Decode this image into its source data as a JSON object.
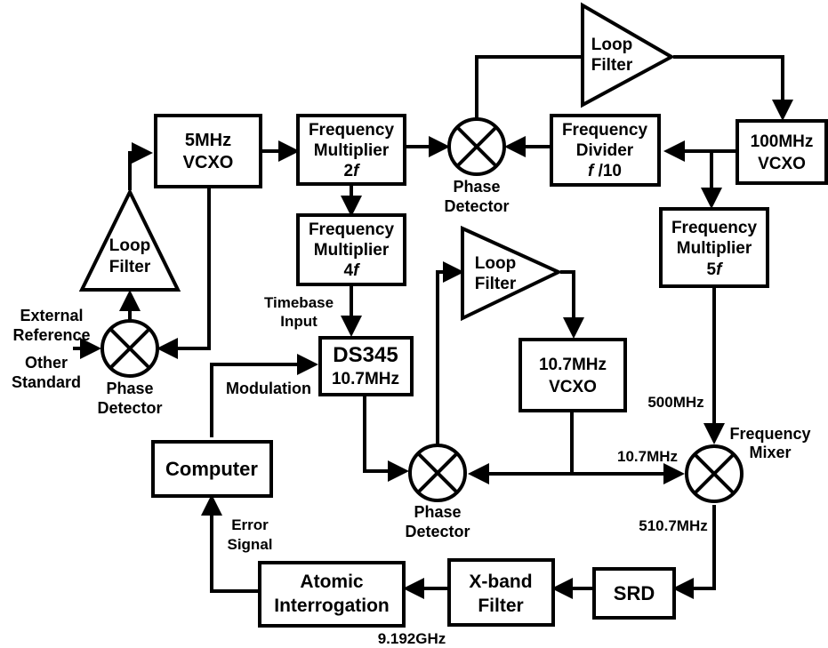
{
  "blocks": {
    "vcxo5": [
      "5MHz",
      "VCXO"
    ],
    "fm2": [
      "Frequency",
      "Multiplier",
      "2",
      "f"
    ],
    "fm4": [
      "Frequency",
      "Multiplier",
      "4",
      "f"
    ],
    "fdiv": [
      "Frequency",
      "Divider",
      "f",
      " /10"
    ],
    "vcxo100": [
      "100MHz",
      "VCXO"
    ],
    "fm5": [
      "Frequency",
      "Multiplier",
      "5",
      "f"
    ],
    "ds345": [
      "DS345",
      "10.7MHz"
    ],
    "vcxo107": [
      "10.7MHz",
      "VCXO"
    ],
    "computer": "Computer",
    "srd": "SRD",
    "xband": [
      "X-band",
      "Filter"
    ],
    "atomic": [
      "Atomic",
      "Interrogation"
    ]
  },
  "loop_filters": {
    "top": [
      "Loop",
      "Filter"
    ],
    "left": [
      "Loop",
      "Filter"
    ],
    "mid": [
      "Loop",
      "Filter"
    ]
  },
  "phase_detectors": {
    "top": [
      "Phase",
      "Detector"
    ],
    "left": [
      "Phase",
      "Detector"
    ],
    "bottom": [
      "Phase",
      "Detector"
    ]
  },
  "mixer_label": [
    "Frequency",
    "Mixer"
  ],
  "signals": {
    "external_reference": [
      "External",
      "Reference"
    ],
    "other_standard": [
      "Other",
      "Standard"
    ],
    "timebase_input": [
      "Timebase",
      "Input"
    ],
    "modulation": "Modulation",
    "error_signal": [
      "Error",
      "Signal"
    ],
    "f500": "500MHz",
    "f107": "10.7MHz",
    "f5107": "510.7MHz",
    "f9192": "9.192GHz"
  }
}
